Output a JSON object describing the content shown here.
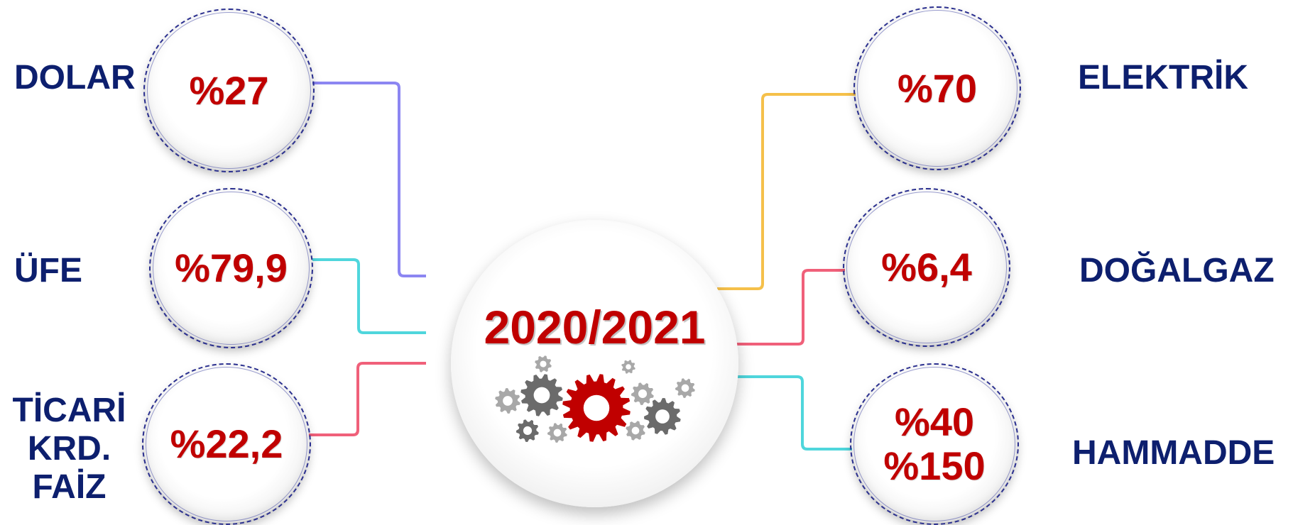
{
  "center": {
    "title": "2020/2021"
  },
  "items": [
    {
      "id": "dolar",
      "label": "DOLAR",
      "values": [
        "%27"
      ]
    },
    {
      "id": "ufe",
      "label": "ÜFE",
      "values": [
        "%79,9"
      ]
    },
    {
      "id": "ticari",
      "label": "TİCARİ\nKRD.\nFAİZ",
      "values": [
        "%22,2"
      ]
    },
    {
      "id": "elektrik",
      "label": "ELEKTRİK",
      "values": [
        "%70"
      ]
    },
    {
      "id": "dogalgaz",
      "label": "DOĞALGAZ",
      "values": [
        "%6,4"
      ]
    },
    {
      "id": "hammadde",
      "label": "HAMMADDE",
      "values": [
        "%40",
        "%150"
      ]
    }
  ],
  "colors": {
    "label": "#0d1f6e",
    "value": "#c00000",
    "connector_dolar": "#8c86f2",
    "connector_ufe": "#4fd6dc",
    "connector_ticari": "#f0607a",
    "connector_elektrik": "#f5c04a",
    "connector_dogalgaz": "#f0607a",
    "connector_hammadde": "#4fd6dc",
    "gear_dark": "#6b6b6b",
    "gear_light": "#a8a8a8",
    "gear_accent": "#c00000"
  },
  "icons": {
    "center_graphic": "gears-icon"
  }
}
